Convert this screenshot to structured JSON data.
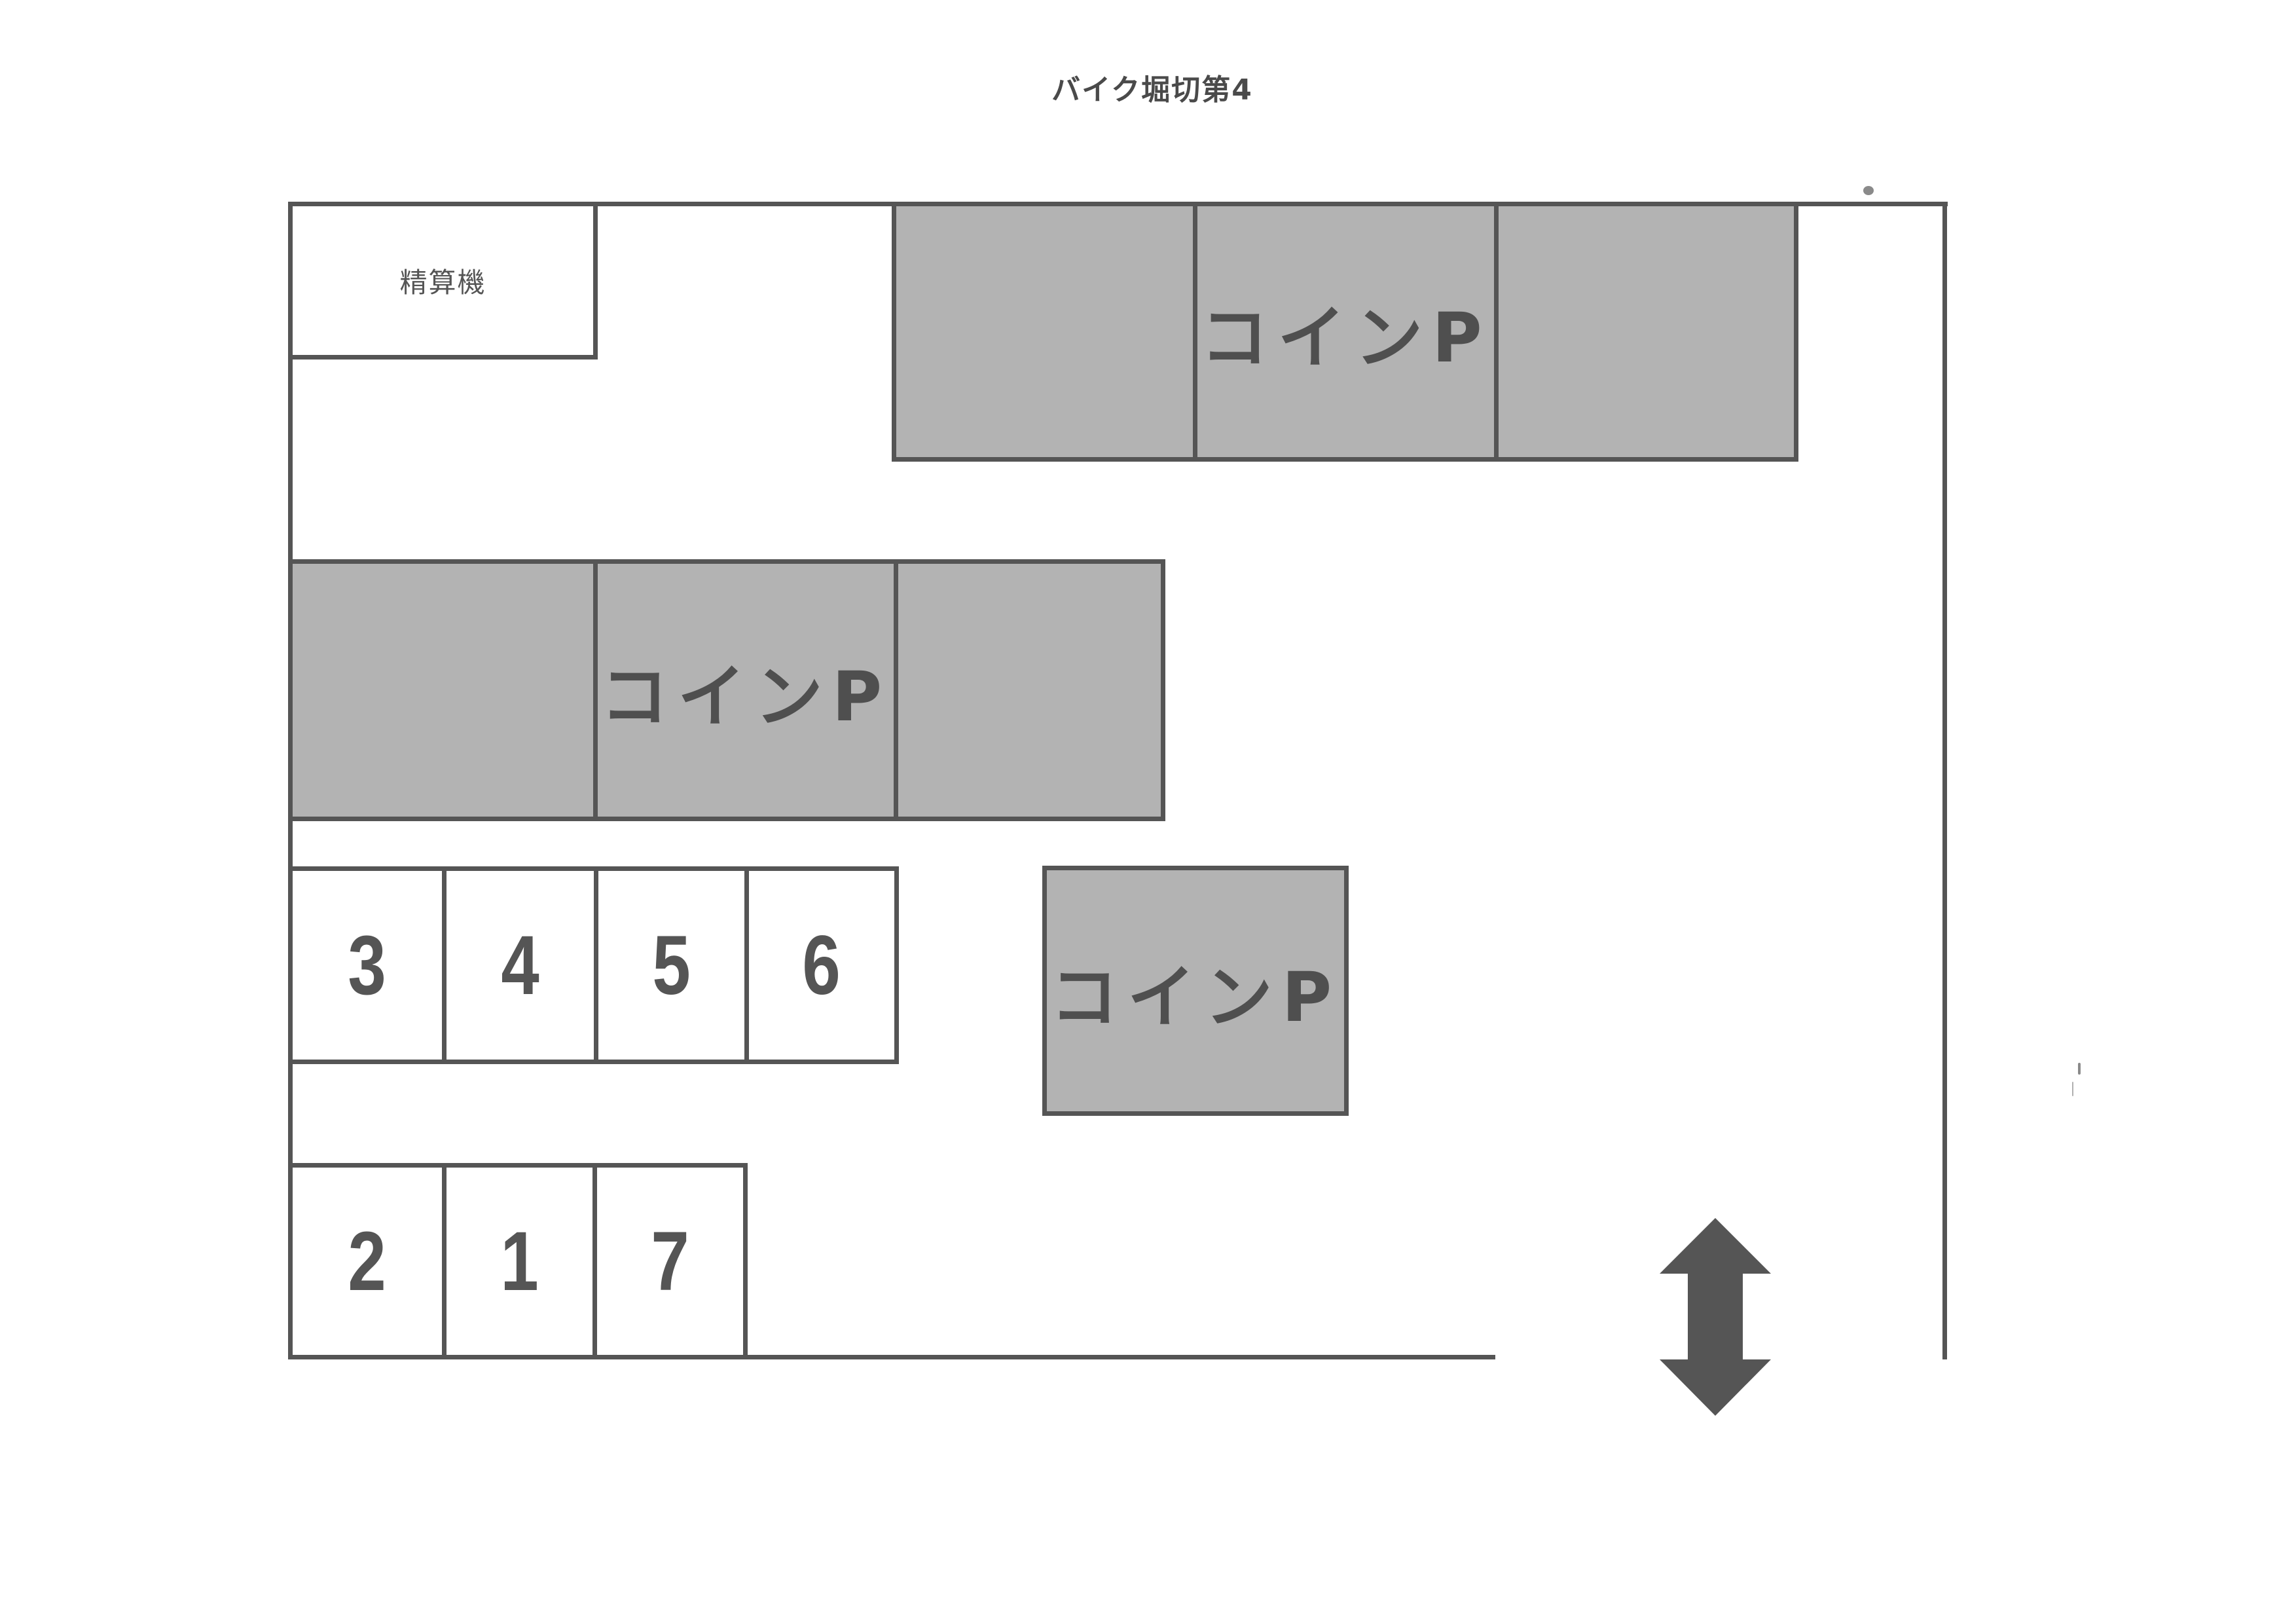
{
  "title": "バイク堀切第4",
  "colors": {
    "line": "#555555",
    "coin_fill": "#b3b3b3",
    "background": "#ffffff",
    "arrow": "#555555"
  },
  "payment_machine": {
    "label": "精算機"
  },
  "coin_parking": {
    "top_row": {
      "label": "コインP",
      "cells": 3
    },
    "middle_row": {
      "label": "コインP",
      "cells": 3
    },
    "single": {
      "label": "コインP"
    }
  },
  "bike_spaces": {
    "upper_row": [
      "3",
      "4",
      "5",
      "6"
    ],
    "lower_row": [
      "2",
      "1",
      "7"
    ]
  },
  "entrance": {
    "icon": "double-arrow-vertical-icon"
  }
}
